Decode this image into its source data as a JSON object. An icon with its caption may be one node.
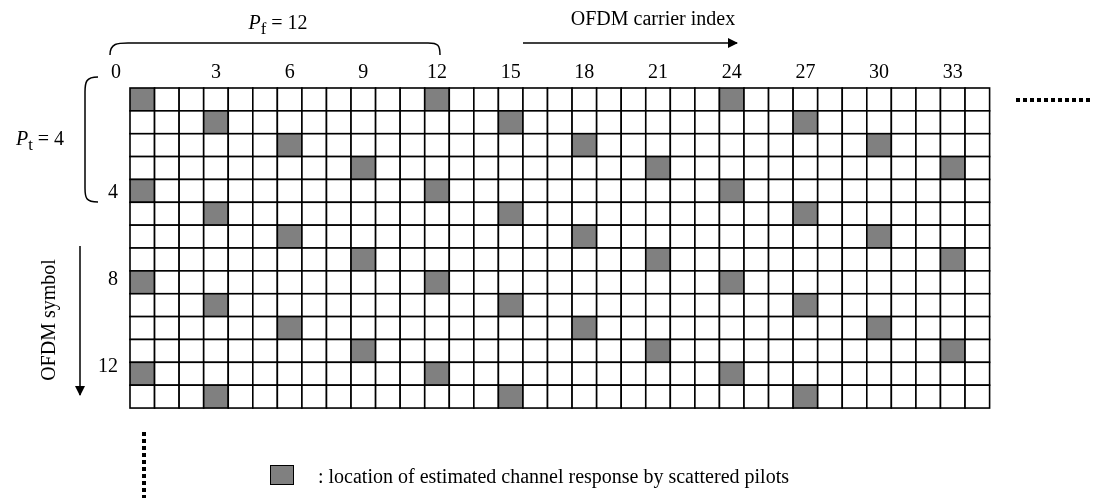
{
  "diagram": {
    "labels": [
      "*P*$_{f}$ = 12",
      "OFDM carrier index",
      "0",
      "3",
      "6",
      "9",
      "12",
      "15",
      "18",
      "21",
      "24",
      "27",
      "30",
      "33",
      "*P*$_{t}$ = 4",
      "4",
      "OFDM symbol",
      "8",
      "12"
    ],
    "legend": [
      {
        "text": ": location of estimated channel response by scattered pilots",
        "color": "#808080"
      }
    ]
  }
}
